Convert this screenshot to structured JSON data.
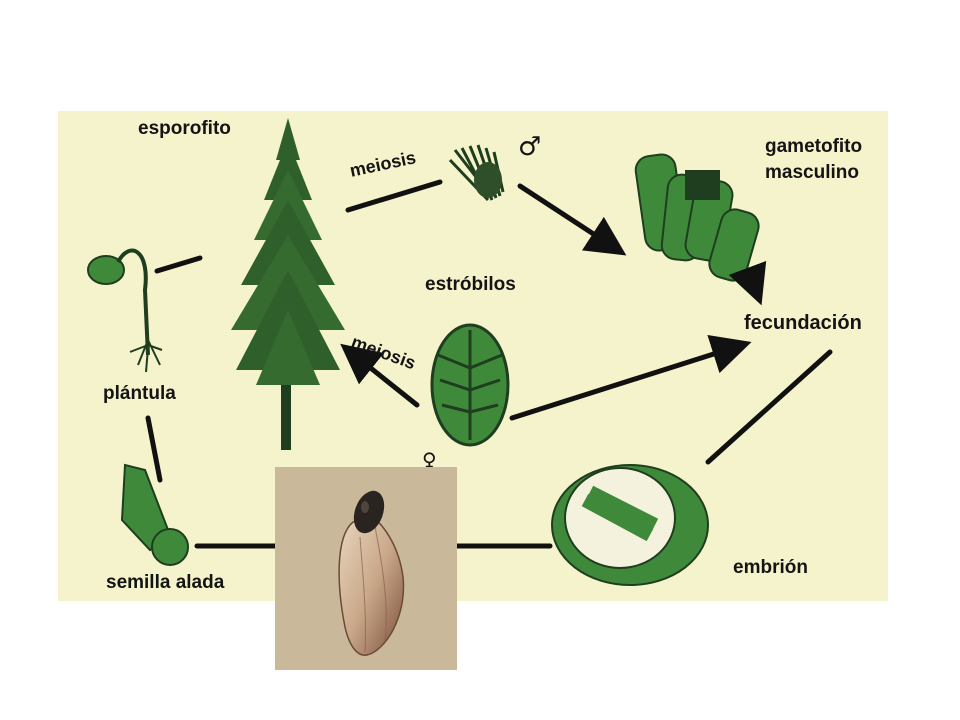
{
  "labels": {
    "sporophyte": "esporofito",
    "meiosis_top": "meiosis",
    "male_symbol": "♂",
    "male_gametophyte_line1": "gametofito",
    "male_gametophyte_line2": "masculino",
    "strobili": "estróbilos",
    "fertilization": "fecundación",
    "meiosis_bottom": "meiosis",
    "seedling": "plántula",
    "female_symbol": "♀",
    "winged_seed": "semilla alada",
    "embryo": "embrión"
  },
  "colors": {
    "panel_background": "#f5f3cb",
    "plant_green": "#3f8a3a",
    "plant_dark": "#1f3d1f",
    "arrow_black": "#111111",
    "photo_background": "#c9b99a"
  },
  "icons": {
    "sporophyte": "pine-tree-icon",
    "male_strobilus": "male-cone-icon",
    "female_strobilus": "female-cone-icon",
    "male_gametophyte": "pollen-grains-icon",
    "seedling": "seedling-icon",
    "winged_seed": "winged-seed-icon",
    "embryo": "embryo-seed-icon",
    "photo": "pine-seed-photo"
  }
}
